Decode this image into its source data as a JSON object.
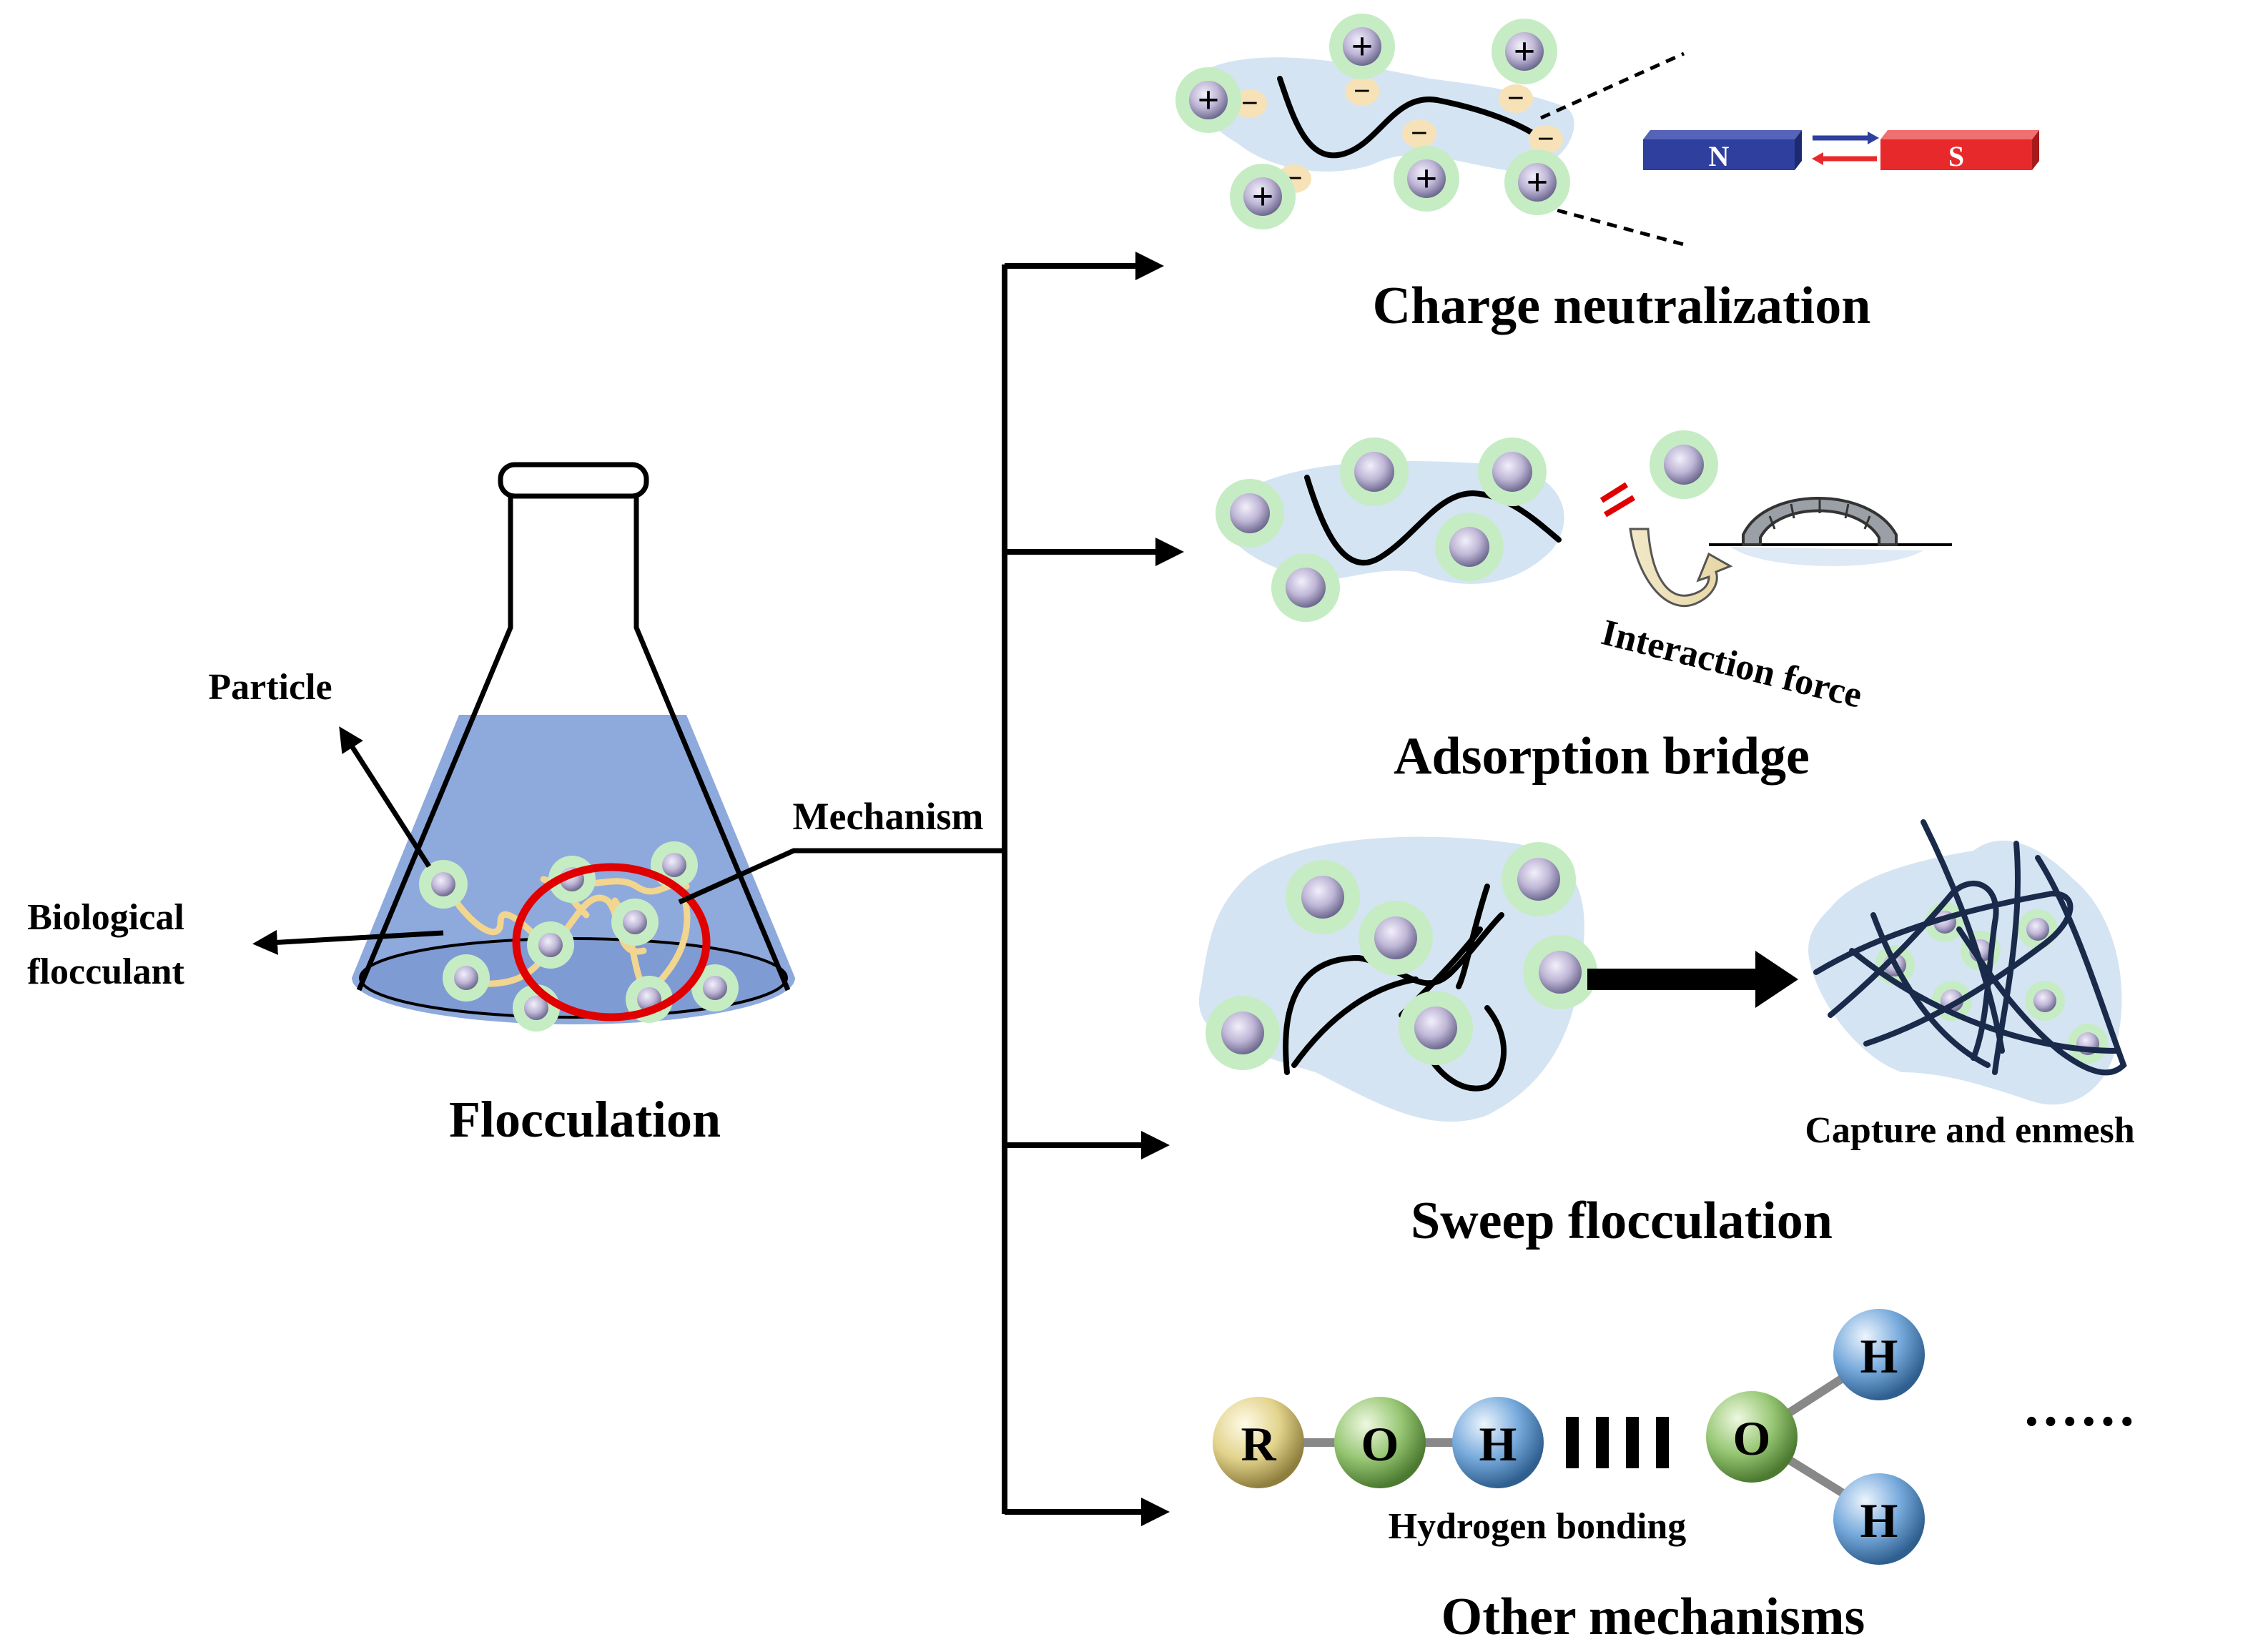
{
  "flask": {
    "title": "Flocculation",
    "particle_label": "Particle",
    "flocculant_label_line1": "Biological",
    "flocculant_label_line2": "flocculant",
    "mechanism_label": "Mechanism"
  },
  "mechanisms": [
    {
      "title": "Charge neutralization",
      "magnet_north": "N",
      "magnet_south": "S",
      "plus_sign": "+",
      "minus_sign": "−"
    },
    {
      "title": "Adsorption bridge",
      "caption": "Interaction force"
    },
    {
      "title": "Sweep flocculation",
      "caption": "Capture and enmesh"
    },
    {
      "title": "Other mechanisms",
      "caption": "Hydrogen bonding",
      "atoms": [
        "R",
        "O",
        "H",
        "O",
        "H",
        "H"
      ],
      "ellipsis": "······"
    }
  ],
  "colors": {
    "water": "#8ea9dc",
    "particle_glow": "#c6ecc4",
    "halo": "#d4e4f3",
    "red_ring": "#e00000",
    "strand": "#f2d58e",
    "magnet_n": "#2e3f9e",
    "magnet_s": "#e8292b",
    "atom_r": "#d8c878",
    "atom_o": "#8ec26a",
    "atom_h": "#6fa4d6",
    "dark_strand": "#1a2a4a"
  }
}
